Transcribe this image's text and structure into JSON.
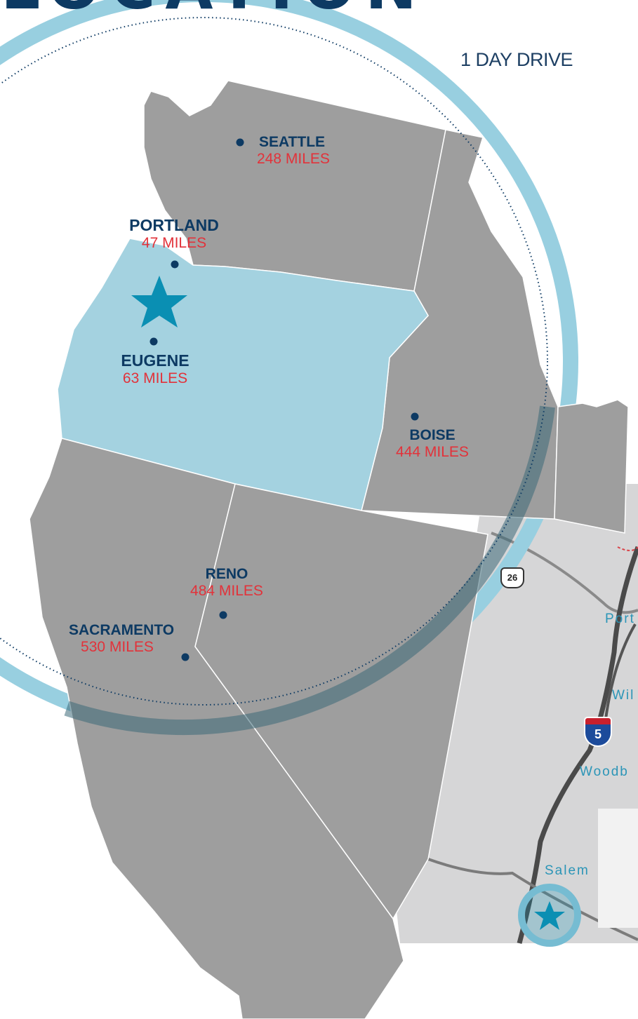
{
  "title": "LOCATION",
  "drive_label": "1 DAY DRIVE",
  "cities": [
    {
      "key": "seattle",
      "name": "SEATTLE",
      "distance": "248 MILES"
    },
    {
      "key": "portland",
      "name": "PORTLAND",
      "distance": "47 MILES"
    },
    {
      "key": "eugene",
      "name": "EUGENE",
      "distance": "63 MILES"
    },
    {
      "key": "boise",
      "name": "BOISE",
      "distance": "444 MILES"
    },
    {
      "key": "reno",
      "name": "RENO",
      "distance": "484 MILES"
    },
    {
      "key": "sacramento",
      "name": "SACRAMENTO",
      "distance": "530 MILES"
    }
  ],
  "inset_places": [
    "Port",
    "Wil",
    "Woodb",
    "Salem"
  ],
  "highway_shields": {
    "us_route": "26",
    "interstate": "5"
  },
  "colors": {
    "state_gray": "#9e9e9e",
    "oregon_blue": "#a4d2e0",
    "ring_blue": "#98cfe0",
    "navy": "#0d3a63",
    "distance_red": "#e2323a",
    "star_teal": "#0a8fb3"
  },
  "icons": [
    "star-icon",
    "city-dot-icon"
  ]
}
